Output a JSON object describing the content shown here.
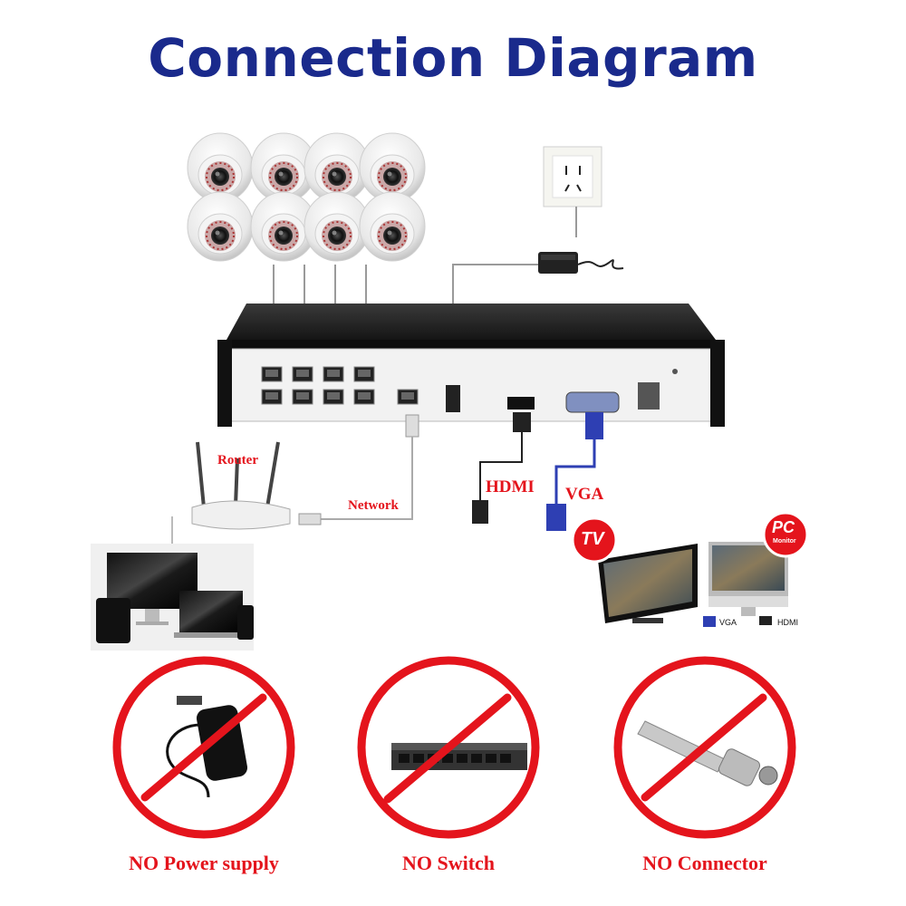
{
  "title": "Connection Diagram",
  "labels": {
    "router": "Router",
    "network": "Network",
    "hdmi": "HDMI",
    "vga": "VGA",
    "tv_badge": "TV",
    "pc_badge": "PC",
    "pc_badge_sub": "Monitor",
    "legend_vga": "VGA",
    "legend_hdmi": "HDMI"
  },
  "prohibitions": [
    {
      "label": "NO Power supply",
      "icon": "power-adapter-icon"
    },
    {
      "label": "NO Switch",
      "icon": "network-switch-icon"
    },
    {
      "label": "NO Connector",
      "icon": "bnc-connector-icon"
    }
  ],
  "colors": {
    "title": "#1a2a8c",
    "accent_red": "#e4141c",
    "vga_blue": "#2e3fb3"
  }
}
